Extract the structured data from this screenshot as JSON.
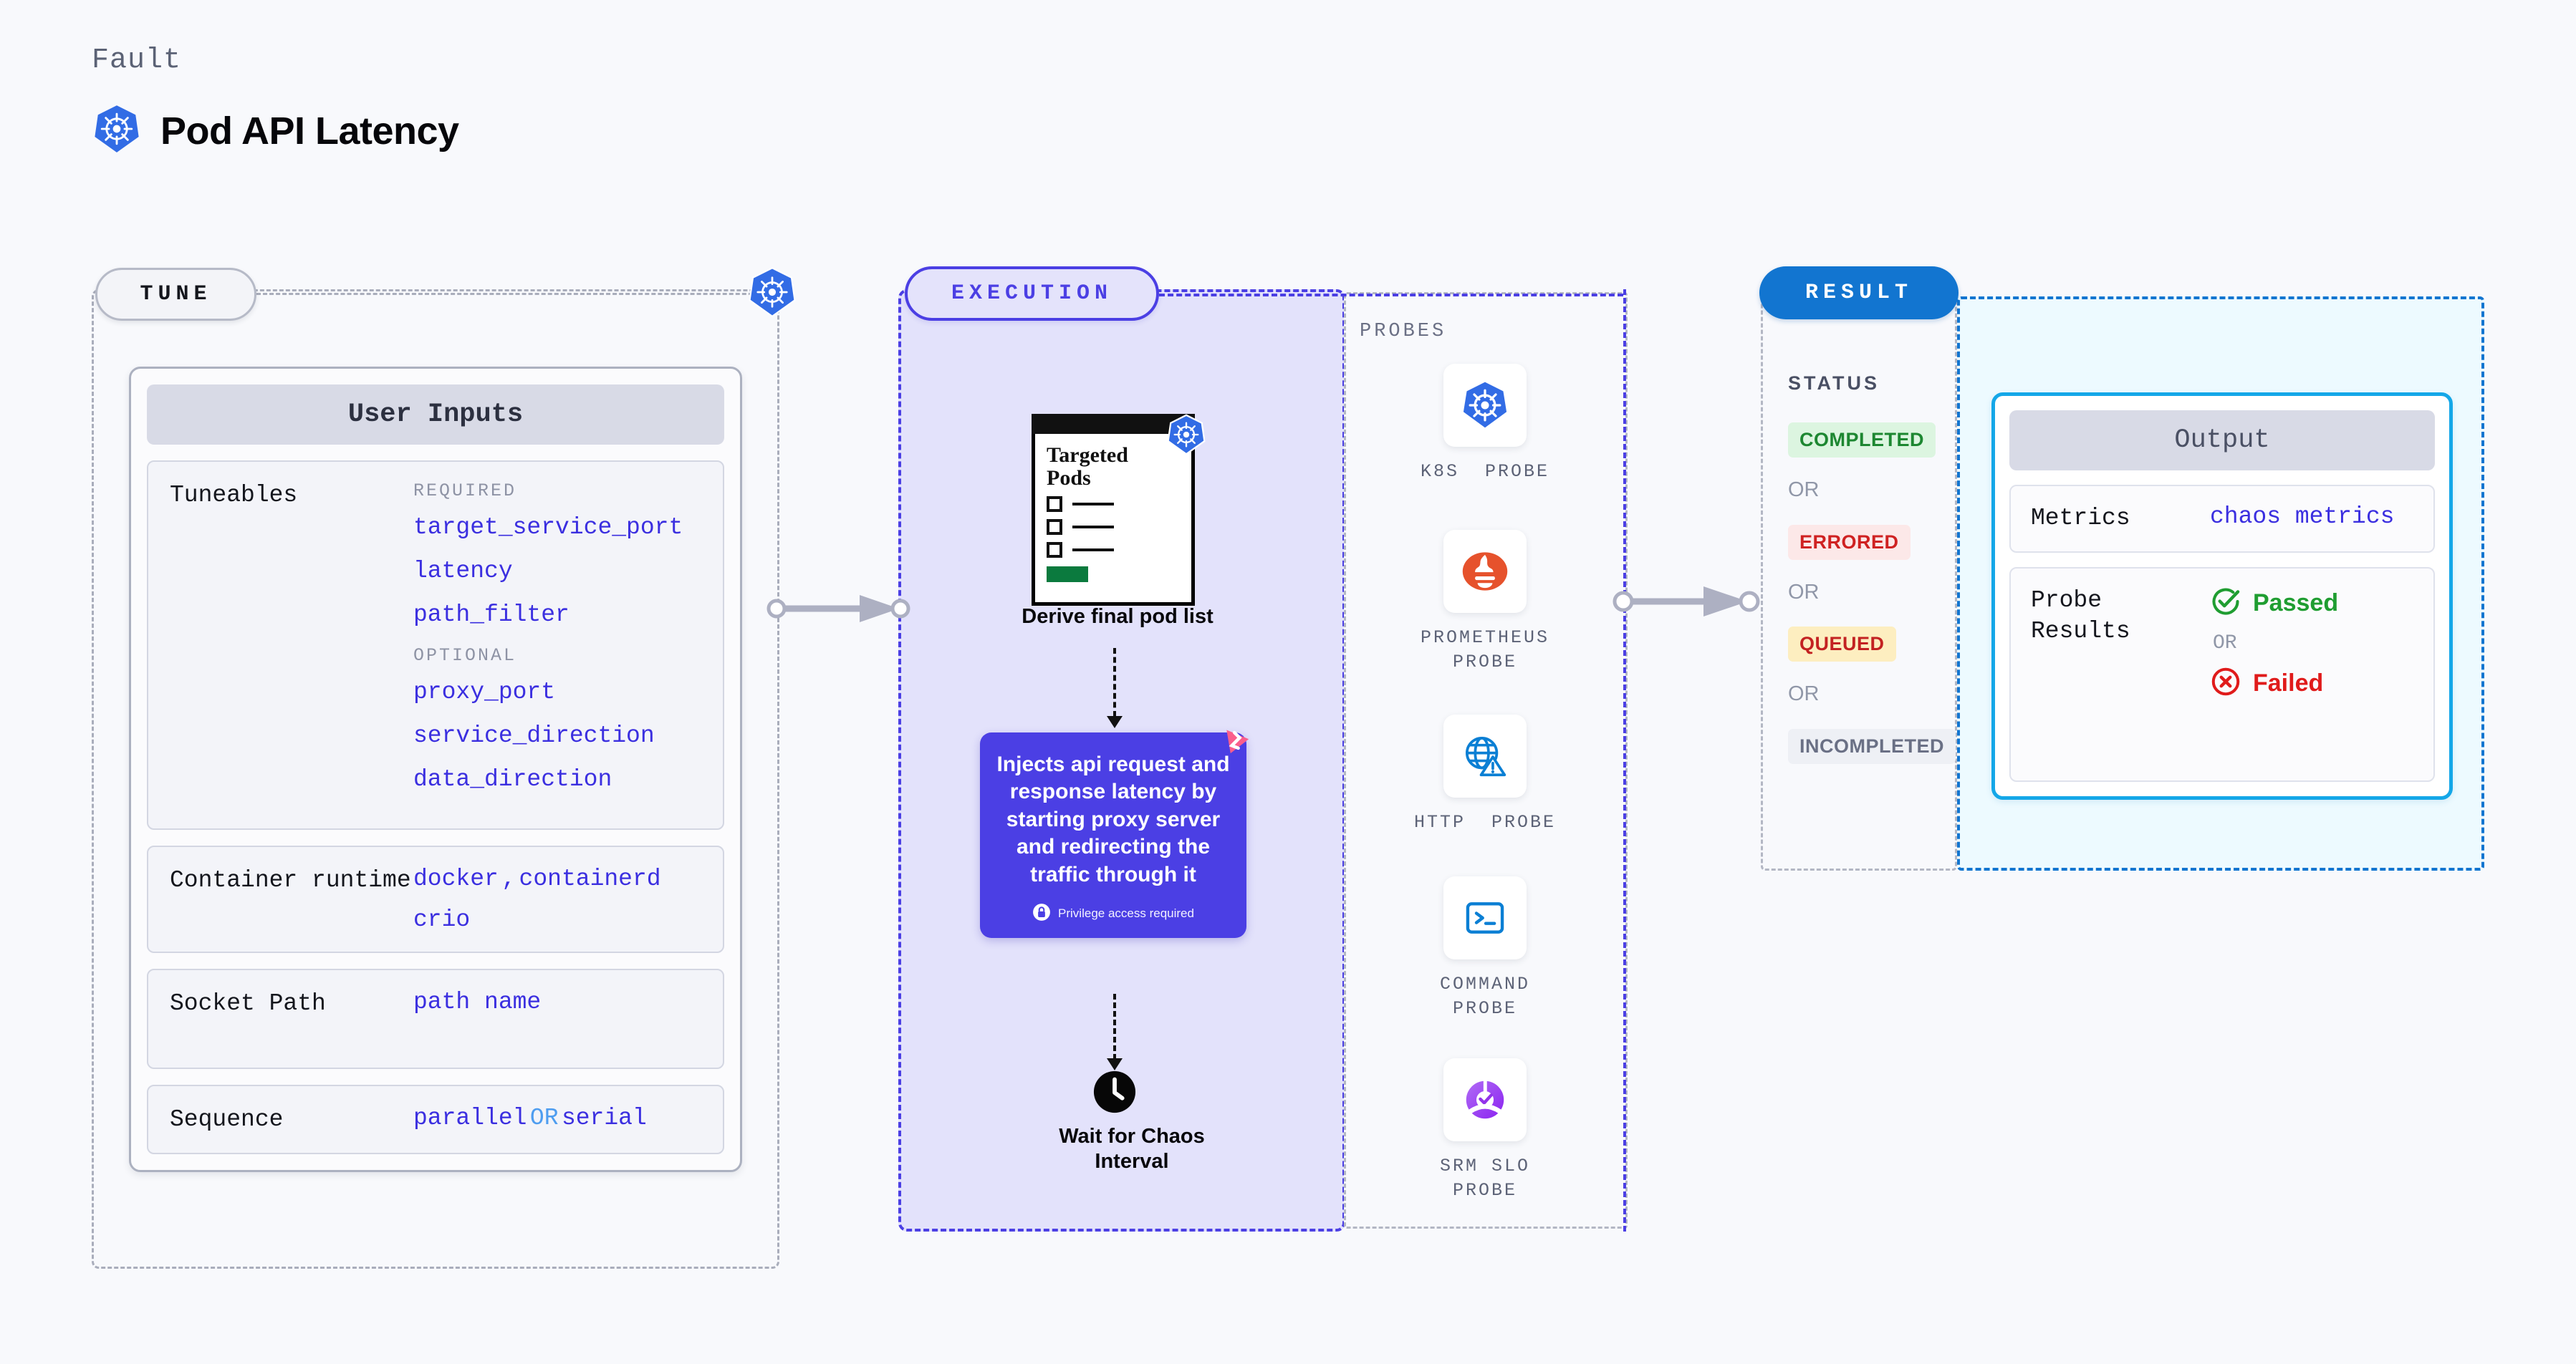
{
  "header": {
    "eyebrow": "Fault",
    "title": "Pod API Latency",
    "icon": "kubernetes-icon"
  },
  "tune": {
    "badge": "TUNE",
    "border_icon": "kubernetes-icon",
    "card_title": "User Inputs",
    "sections": [
      {
        "label": "Tuneables",
        "groups": [
          {
            "title": "REQUIRED",
            "items": [
              "target_service_port",
              "latency",
              "path_filter"
            ]
          },
          {
            "title": "OPTIONAL",
            "items": [
              "proxy_port",
              "service_direction",
              "data_direction"
            ]
          }
        ]
      },
      {
        "label": "Container runtime",
        "values_line1": "docker",
        "values_sep": ",",
        "values_line1b": "containerd",
        "values_line2": "crio"
      },
      {
        "label": "Socket Path",
        "value": "path name"
      },
      {
        "label": "Sequence",
        "value_a": "parallel",
        "value_or": "OR",
        "value_b": "serial"
      }
    ]
  },
  "execution": {
    "badge": "EXECUTION",
    "pods_card": {
      "heading_line1": "Targeted",
      "heading_line2": "Pods",
      "icon": "kubernetes-icon",
      "checkbox_rows": 3
    },
    "derive_label": "Derive final pod list",
    "inject_card": {
      "text": "Injects api request and response latency by starting proxy server and redirecting the traffic through it",
      "privilege_note": "Privilege access required",
      "badge_icon": "litmuschaos-icon",
      "lock_icon": "lock-icon"
    },
    "wait_label_line1": "Wait for Chaos",
    "wait_label_line2": "Interval",
    "clock_icon": "clock-icon"
  },
  "probes": {
    "title": "PROBES",
    "items": [
      {
        "name_line1": "K8S",
        "name_line2": "PROBE",
        "icon": "kubernetes-probe-icon"
      },
      {
        "name_line1": "PROMETHEUS",
        "name_line2": "PROBE",
        "icon": "prometheus-probe-icon"
      },
      {
        "name_line1": "HTTP",
        "name_line2": "PROBE",
        "icon": "http-probe-icon"
      },
      {
        "name_line1": "COMMAND",
        "name_line2": "PROBE",
        "icon": "command-probe-icon"
      },
      {
        "name_line1": "SRM SLO",
        "name_line2": "PROBE",
        "icon": "srm-slo-probe-icon"
      }
    ]
  },
  "result": {
    "badge": "RESULT",
    "status_title": "STATUS",
    "or_label": "OR",
    "statuses": [
      {
        "label": "COMPLETED",
        "bg": "#dcf5e0",
        "fg": "#1d8731"
      },
      {
        "label": "ERRORED",
        "bg": "#fce8e8",
        "fg": "#cf2222"
      },
      {
        "label": "QUEUED",
        "bg": "#fdeec0",
        "fg": "#c32222"
      },
      {
        "label": "INCOMPLETED",
        "bg": "#eef0f5",
        "fg": "#6a7085"
      }
    ],
    "output": {
      "title": "Output",
      "metrics_label": "Metrics",
      "metrics_value": "chaos metrics",
      "probe_results_label": "Probe Results",
      "passed_label": "Passed",
      "failed_label": "Failed",
      "or_label": "OR",
      "passed_color": "#1f9d31",
      "failed_color": "#e01b1b",
      "passed_icon": "check-circle-icon",
      "failed_icon": "x-circle-icon"
    }
  },
  "colors": {
    "accent_purple": "#4b3fe4",
    "accent_blue": "#1275d0",
    "k8s_blue": "#326ce5",
    "litmus_pink": "#fa5e8c"
  }
}
